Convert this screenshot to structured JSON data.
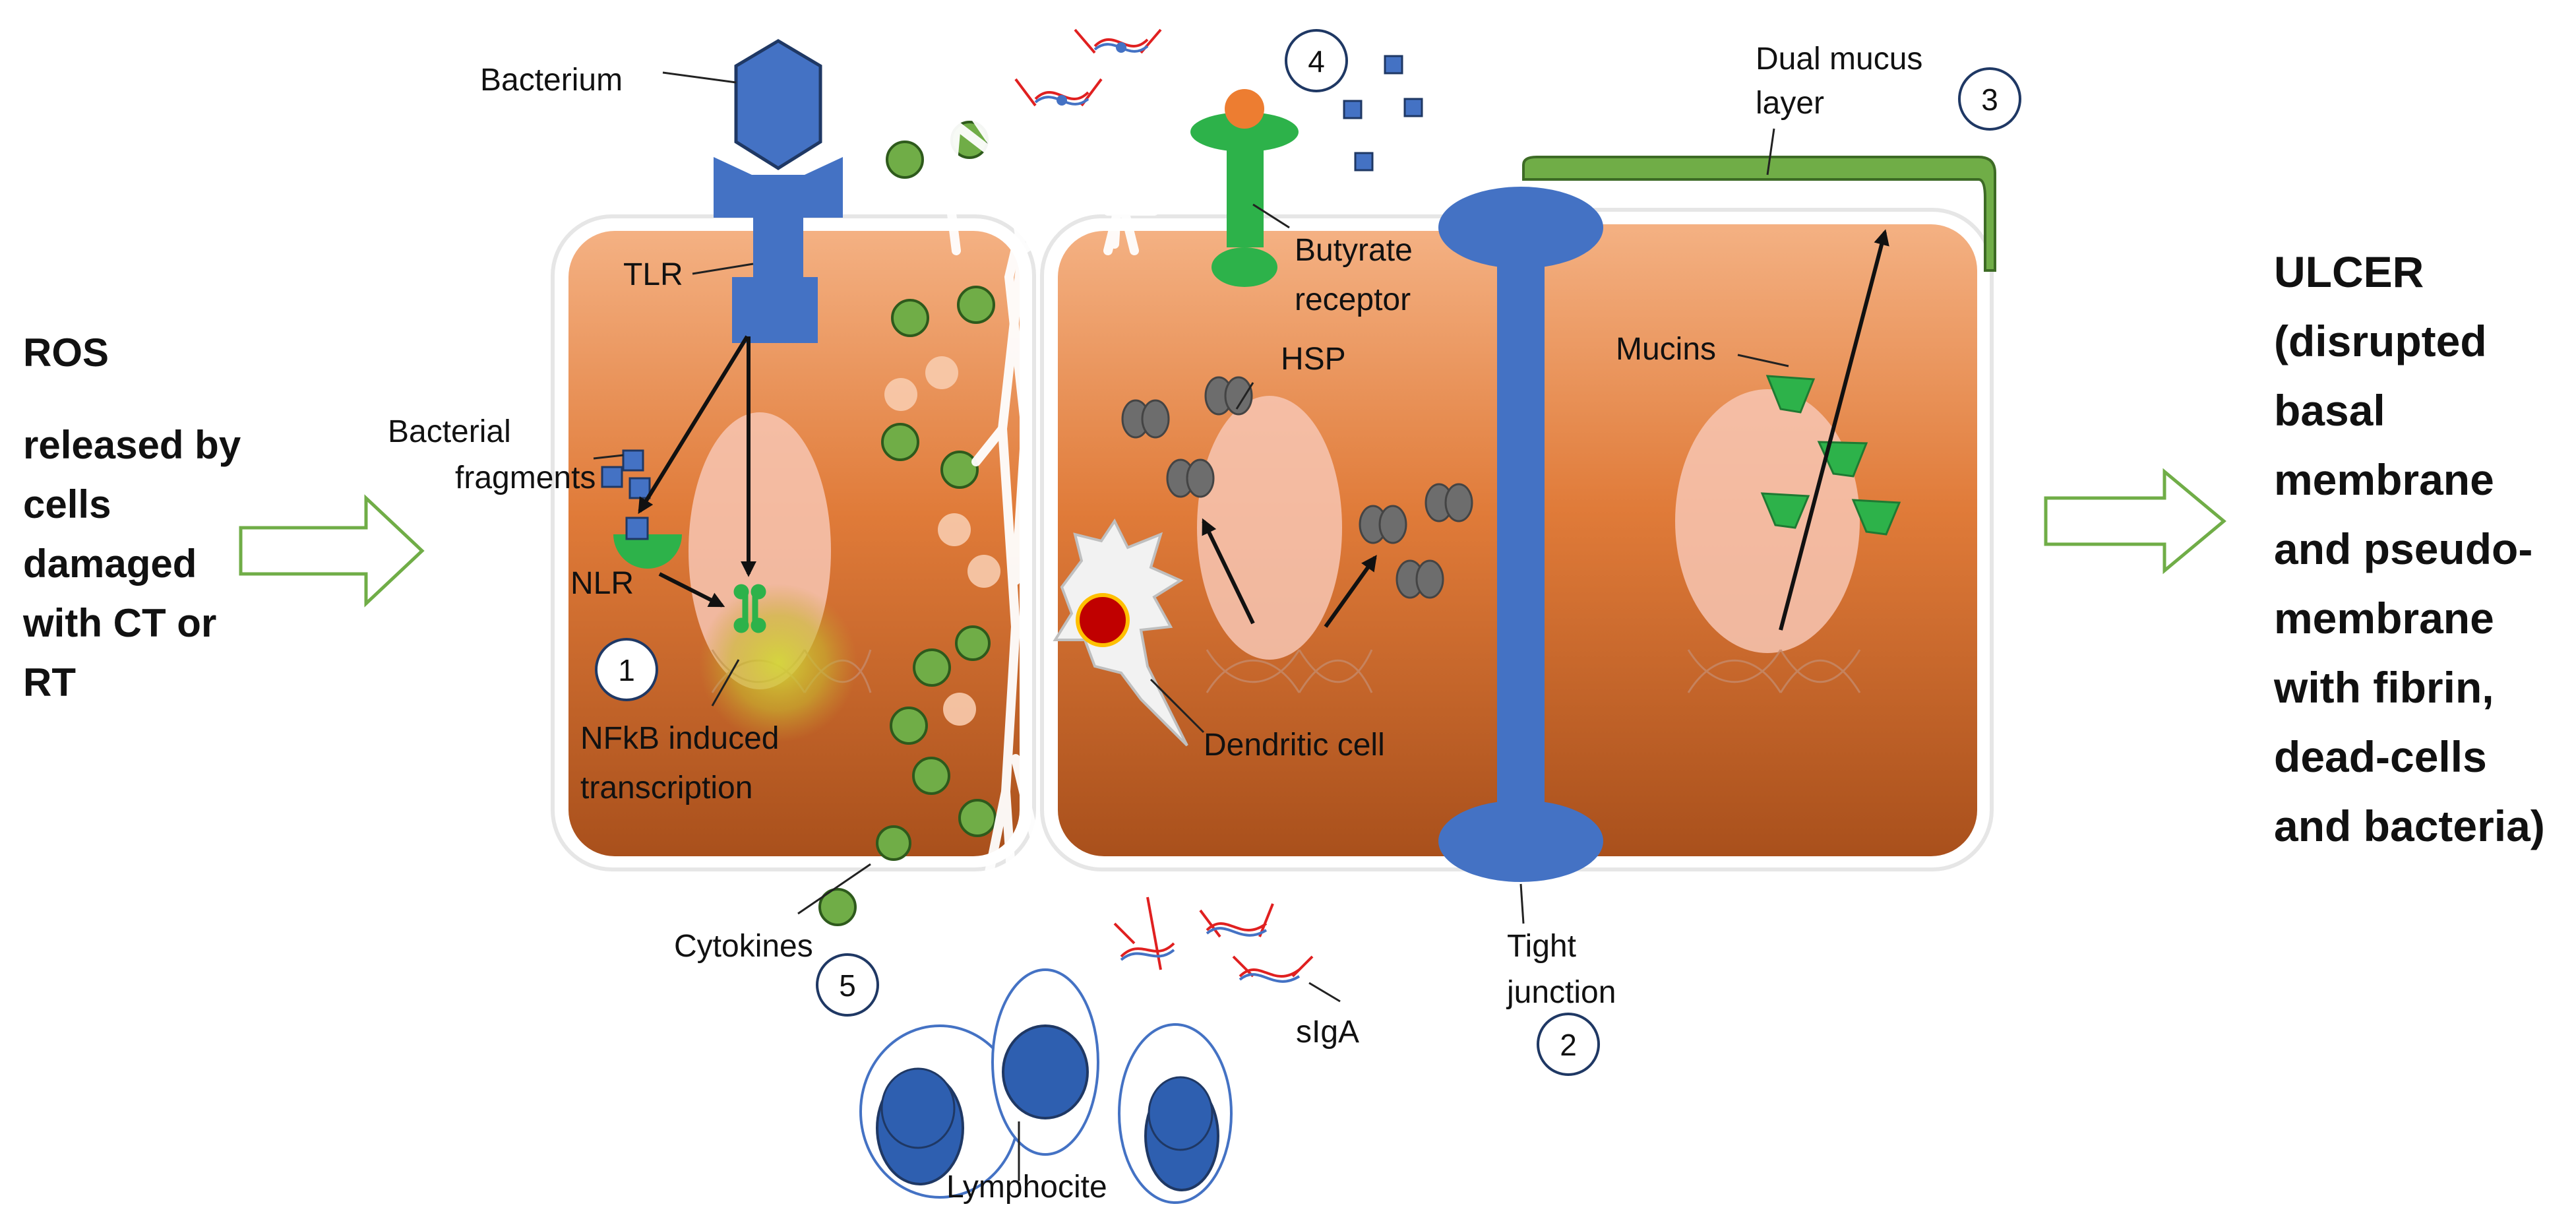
{
  "left_panel": {
    "heading": "ROS",
    "lines": [
      "released by",
      "cells",
      "damaged",
      "with CT or",
      "RT"
    ]
  },
  "right_panel": {
    "lines": [
      "ULCER",
      "(disrupted",
      "basal",
      "membrane",
      "and pseudo-",
      "membrane",
      "with fibrin,",
      "dead-cells",
      "and bacteria)"
    ]
  },
  "labels": {
    "bacterium": "Bacterium",
    "tlr": "TLR",
    "bacterial_fragments": [
      "Bacterial",
      "fragments"
    ],
    "nlr": "NLR",
    "nfkb": [
      "NFkB induced",
      "transcription"
    ],
    "cytokines": "Cytokines",
    "butyrate_receptor": [
      "Butyrate",
      "receptor"
    ],
    "hsp": "HSP",
    "dendritic_cell": "Dendritic cell",
    "tight_junction": [
      "Tight",
      "junction"
    ],
    "dual_mucus": [
      "Dual mucus",
      "layer"
    ],
    "mucins": "Mucins",
    "siga": "sIgA",
    "lymphocite": "Lymphocite"
  },
  "markers": [
    "1",
    "2",
    "3",
    "4",
    "5"
  ],
  "colors": {
    "cell_top": "#f2a66f",
    "cell_bottom": "#b5531a",
    "nucleus": "#f7c4b3",
    "receptor_blue": "#4472c4",
    "cytokine_green": "#70ad47",
    "receptor_green": "#2db24a",
    "mucus_green": "#70ad47",
    "arrow_green": "#70ad47",
    "hsp_gray": "#7f7f7f",
    "dendritic_red": "#c00000"
  }
}
